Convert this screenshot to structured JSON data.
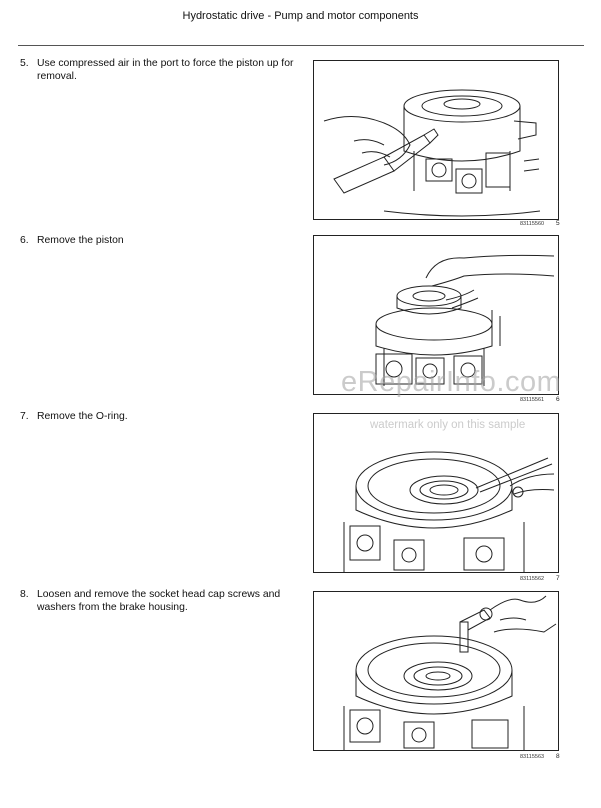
{
  "header": {
    "title": "Hydrostatic drive - Pump and motor components"
  },
  "steps": [
    {
      "number": "5.",
      "text": "Use compressed air in the port to force the piston up for removal.",
      "fig_code": "83115560",
      "fig_num": "5"
    },
    {
      "number": "6.",
      "text": "Remove the piston",
      "fig_code": "83115561",
      "fig_num": "6"
    },
    {
      "number": "7.",
      "text": "Remove the O-ring.",
      "fig_code": "83115562",
      "fig_num": "7"
    },
    {
      "number": "8.",
      "text": "Loosen and remove the socket head cap screws and washers from the brake housing.",
      "fig_code": "83115563",
      "fig_num": "8"
    }
  ],
  "watermark": {
    "brand": "eRepairInfo.com",
    "note": "watermark only on this sample"
  }
}
